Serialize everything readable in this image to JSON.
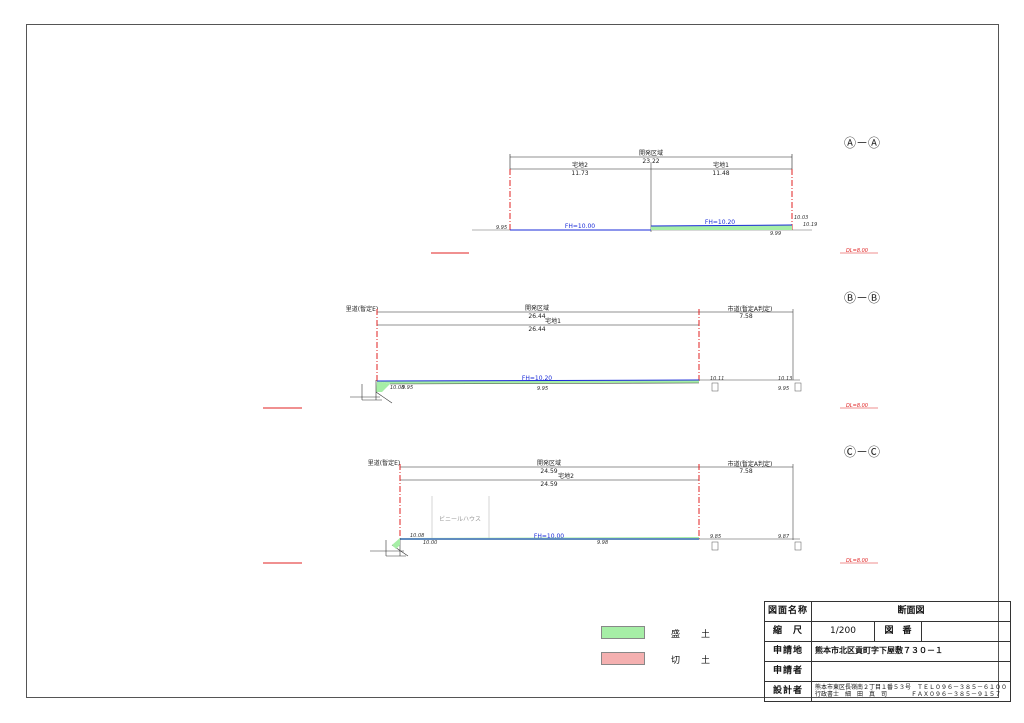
{
  "sections": [
    {
      "title": "Ⓐ－Ⓐ",
      "dev_area_label": "開発区域",
      "dev_area_value": "23.22",
      "lots": [
        {
          "label": "宅地2",
          "value": "11.73"
        },
        {
          "label": "宅地1",
          "value": "11.48"
        }
      ],
      "fh_labels": [
        "FH=10.00",
        "FH=10.20"
      ],
      "elevations": [
        "9.95",
        "10.03",
        "10.19",
        "9.99"
      ],
      "dl_label": "DL=8.00"
    },
    {
      "title": "Ⓑ－Ⓑ",
      "left_road_label": "里道(暫定E)",
      "dev_area_label": "開発区域",
      "dev_area_value": "26.44",
      "lot_label": "宅地1",
      "lot_value": "26.44",
      "right_road_label": "市道(暫定A判定)",
      "right_road_value": "7.58",
      "fh_label": "FH=10.20",
      "elevations": [
        "10.08",
        "9.95",
        "9.95",
        "10.11",
        "10.13",
        "9.95"
      ],
      "dl_label": "DL=8.00"
    },
    {
      "title": "Ⓒ－Ⓒ",
      "left_road_label": "里道(暫定E)",
      "dev_area_label": "開発区域",
      "dev_area_value": "24.59",
      "lot_label": "宅地2",
      "lot_value": "24.59",
      "right_road_label": "市道(暫定A判定)",
      "right_road_value": "7.58",
      "fh_label": "FH=10.00",
      "building_label": "ビニールハウス",
      "elevations": [
        "10.08",
        "10.00",
        "9.98",
        "9.85",
        "9.87"
      ],
      "dl_label": "DL=8.00"
    }
  ],
  "legend": [
    {
      "label": "盛　土",
      "color": "#a6eea6"
    },
    {
      "label": "切　土",
      "color": "#f4b0b0"
    }
  ],
  "title_block": {
    "drawing_name_label": "図面名称",
    "drawing_name": "断面図",
    "scale_label": "縮　尺",
    "scale": "1/200",
    "drawing_no_label": "図　番",
    "drawing_no": "",
    "site_label": "申請地",
    "site": "熊本市北区貢町字下屋敷７３０－１",
    "applicant_label": "申請者",
    "applicant": "",
    "designer_label": "設計者",
    "designer_line1": "熊本市東区長嶺南２丁目１番５３号　ＴＥＬ０９６－３８５－６１００",
    "designer_line2": "行政書士　細　田　真　司　　　　ＦＡＸ０９６－３８５－９１５７"
  },
  "colors": {
    "dim_red": "#e02020",
    "fh_blue": "#1a2bd8",
    "fill_green": "#a6eea6",
    "fill_red": "#f4b0b0",
    "ink": "#222222"
  }
}
